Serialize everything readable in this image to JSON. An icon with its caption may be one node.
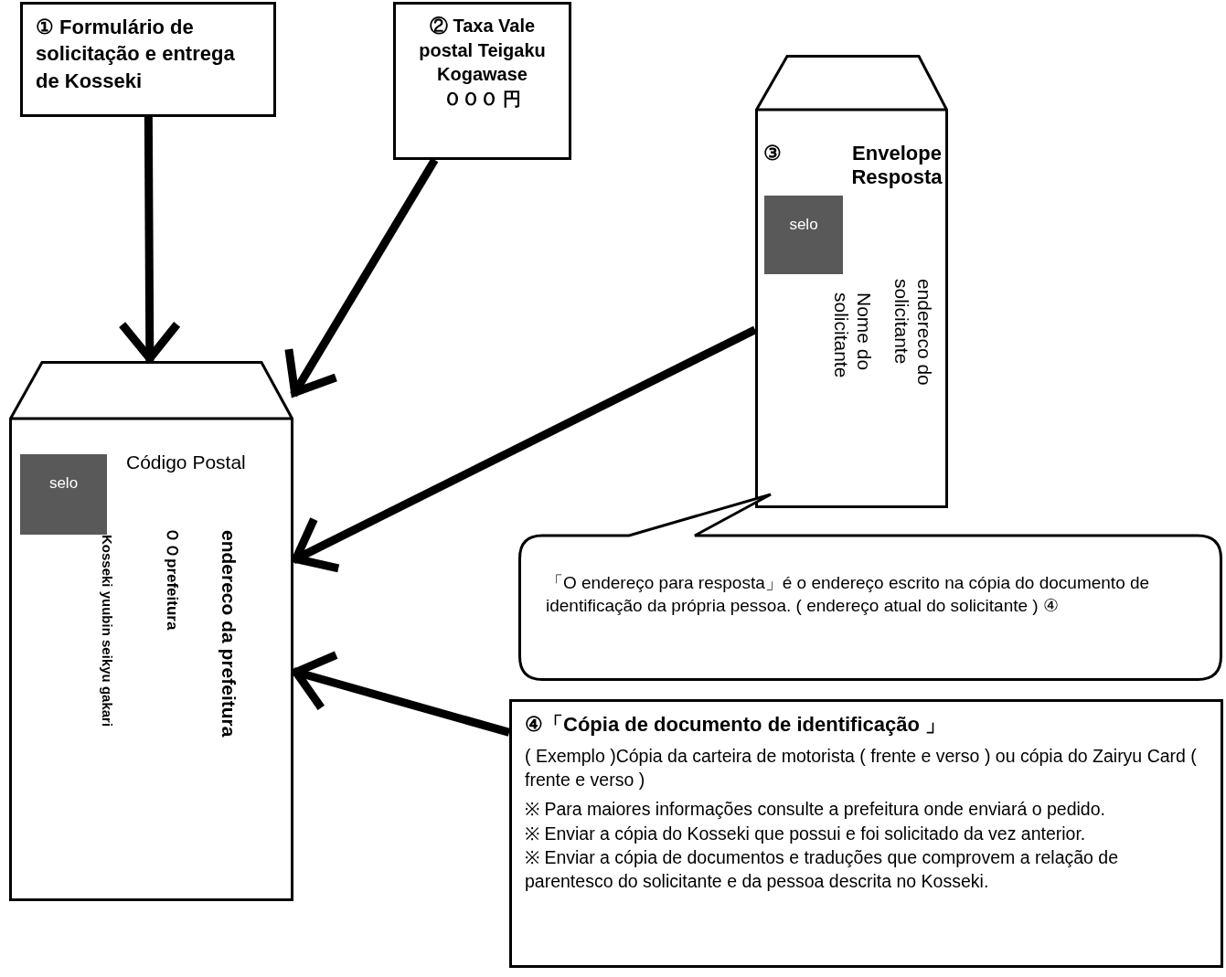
{
  "diagram": {
    "nodes": [
      {
        "text": [
          "① Formulário de solicitação e entrega de Kosseki"
        ]
      },
      {
        "text": [
          "② Taxa Vale postal Teigaku Kogawase ＯＯＯ 円"
        ]
      },
      {
        "text": [
          "③",
          "Envelope Resposta",
          "endereco do solicitante",
          "Nome do solicitante"
        ]
      },
      {
        "text": [
          "selo"
        ],
        "in": 2
      },
      {
        "text": [
          "Código Postal",
          "endereco da prefeitura",
          "ＯＯprefeitura",
          "Kosseki yuubin seikyu gakari"
        ]
      },
      {
        "text": [
          "selo"
        ],
        "in": 4
      },
      {
        "text": [
          "「O endereço para resposta」é o endereço escrito na cópia do documento de identificação  da própria pessoa. ( endereço atual do solicitante ) ④"
        ]
      },
      {
        "text": [
          "④「Cópia de documento de identificação 」",
          "( Exemplo )Cópia da carteira de motorista ( frente e verso ) ou cópia do Zairyu Card ( frente e verso )",
          "※ Para maiores informações consulte a prefeitura onde enviará o pedido.",
          "※ Enviar a cópia do Kosseki que possui e foi solicitado da vez anterior.",
          "※ Enviar a cópia de documentos e traduções que comprovem a relação de parentesco do solicitante e da pessoa descrita no Kosseki."
        ]
      }
    ],
    "edges": [
      {
        "from": 0,
        "to": 4,
        "arrow": "to"
      },
      {
        "from": 1,
        "to": 4,
        "arrow": "to"
      },
      {
        "from": 2,
        "to": 4,
        "arrow": "to"
      },
      {
        "from": 7,
        "to": 4,
        "arrow": "to"
      }
    ]
  }
}
